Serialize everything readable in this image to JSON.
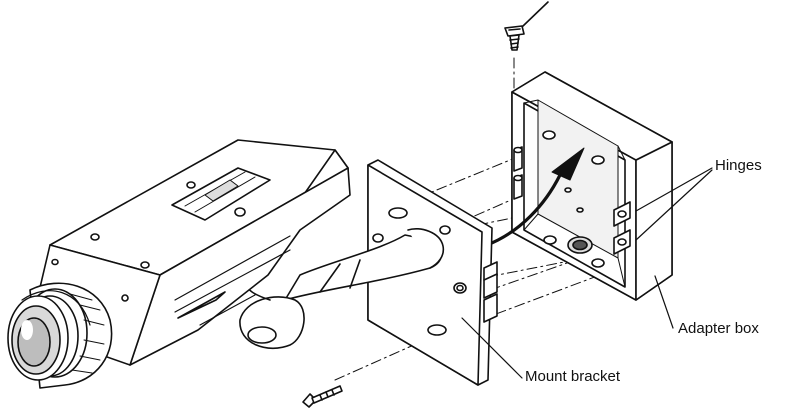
{
  "labels": {
    "hinges": "Hinges",
    "adapter_box": "Adapter box",
    "mount_bracket": "Mount bracket"
  },
  "colors": {
    "line": "#111111",
    "fill": "#ffffff",
    "shade": "#d9d9d9",
    "dark": "#444444"
  }
}
